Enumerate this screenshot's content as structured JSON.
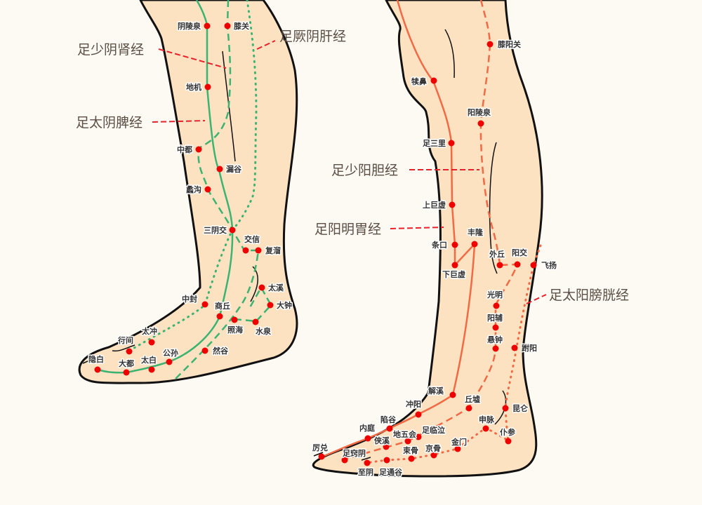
{
  "colors": {
    "background": "#fdf9f3",
    "skin": "#fde2c2",
    "outline": "#111111",
    "yin_meridian": "#3cb371",
    "yang_meridian": "#f26a45",
    "acupoint": "#ee0000",
    "leader": "#e8212a",
    "meridian_label": "#5a4e45"
  },
  "meridians": {
    "kidney": "足少阴肾经",
    "liver": "足厥阴肝经",
    "spleen": "足太阴脾经",
    "gallbladder": "足少阳胆经",
    "stomach": "足阳明胃经",
    "bladder": "足太阳膀胱经"
  },
  "left_leg_points": {
    "yinlingquan": "阴陵泉",
    "xiguan": "膝关",
    "diji": "地机",
    "zhongdu": "中都",
    "lougu": "漏谷",
    "ligou": "蠡沟",
    "sanyinjiao": "三阴交",
    "jiaoxin": "交信",
    "fuliu": "复溜",
    "taixi": "太溪",
    "dazhong": "大钟",
    "zhongfeng": "中封",
    "shangqiu": "商丘",
    "zhaohai": "照海",
    "shuiquan": "水泉",
    "taichong": "太冲",
    "xingjian": "行间",
    "rangu": "然谷",
    "gongsun": "公孙",
    "taibai": "太白",
    "dadu": "大都",
    "yinbai": "隐白"
  },
  "right_leg_points": {
    "xiyangguan": "膝阳关",
    "dubi": "犊鼻",
    "yanglingquan": "阳陵泉",
    "zusanli": "足三里",
    "shangjuxu": "上巨虚",
    "fenglong": "丰隆",
    "tiaokou": "条口",
    "xiajuxu": "下巨虚",
    "waiqiu": "外丘",
    "yangjiao": "阳交",
    "feiyang": "飞扬",
    "guangming": "光明",
    "yangfu": "阳辅",
    "xuanzhong": "悬钟",
    "fuyang": "跗阳",
    "jiexi": "解溪",
    "qiuxu": "丘墟",
    "kunlun": "昆仑",
    "chongyang": "冲阳",
    "xiangu": "陷谷",
    "shenmai": "申脉",
    "neiting": "内庭",
    "diwuhui": "地五会",
    "zulinqi": "足临泣",
    "xiaxi": "侠溪",
    "jinmen": "金门",
    "pucan": "仆参",
    "lidui": "厉兑",
    "zuqiaoyin": "足窍阴",
    "shugu": "束骨",
    "jinggu": "京骨",
    "zhiyin": "至阴",
    "zutonggu": "足通谷"
  }
}
